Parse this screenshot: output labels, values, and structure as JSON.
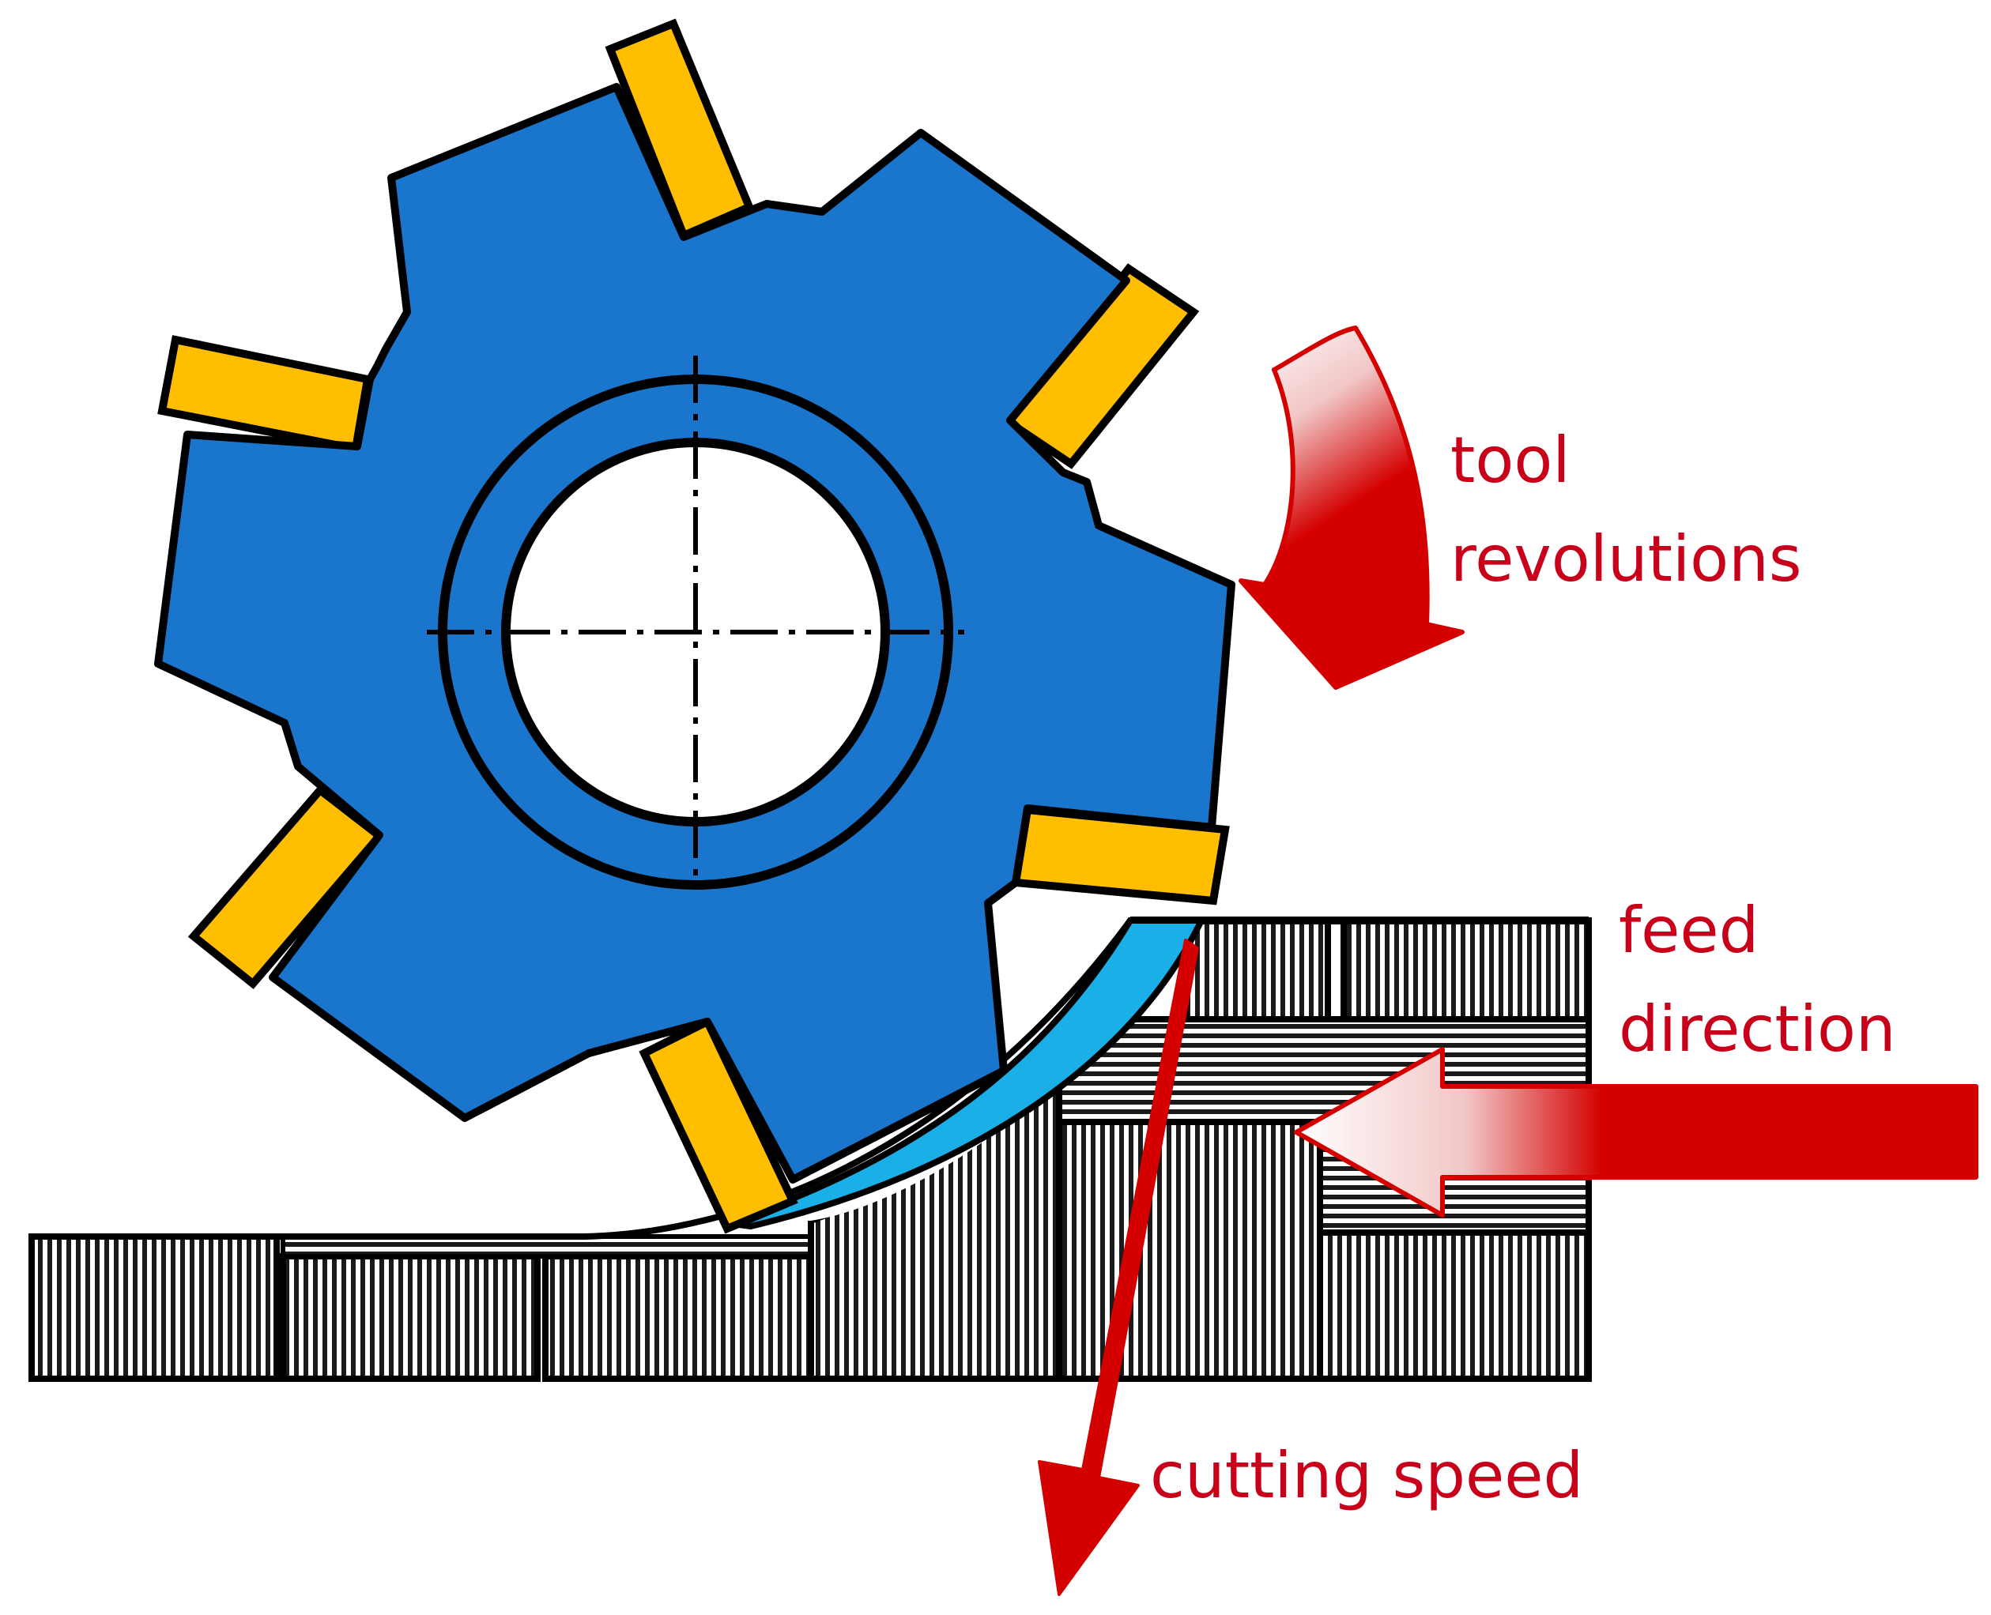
{
  "labels": {
    "tool_revolutions_line1": "tool",
    "tool_revolutions_line2": "revolutions",
    "feed_direction_line1": "feed",
    "feed_direction_line2": "direction",
    "cutting_speed": "cutting speed"
  },
  "colors": {
    "cutter_body": "#1a75cc",
    "insert": "#ffbf00",
    "chip": "#1aafe6",
    "arrow": "#d40000",
    "label_text": "#c8001a",
    "outline": "#000000",
    "workpiece_dark": "#1a1a1a",
    "workpiece_light": "#ffffff"
  }
}
